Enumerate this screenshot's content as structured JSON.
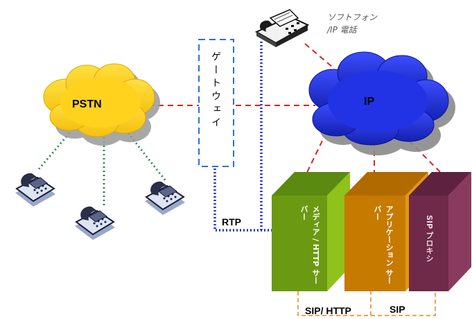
{
  "clouds": {
    "pstn": {
      "label": "PSTN",
      "fill": "#FFD21E"
    },
    "ip": {
      "label": "IP",
      "fill": "#1E2FE8"
    }
  },
  "gateway": {
    "label": "ゲートウェイ"
  },
  "softphone": {
    "line1": "ソフトフォン",
    "line2": "/IP 電話"
  },
  "servers": {
    "media": {
      "label": "メディア / HTTP サーバー",
      "front": "#6B9A12",
      "top": "#5A8A10",
      "side": "#8FC21A"
    },
    "app": {
      "label": "アプリケーション サーバー",
      "front": "#C67A00",
      "top": "#B06A00",
      "side": "#E6960E"
    },
    "sip": {
      "label": "SIP プロキシ",
      "front": "#6E2A48",
      "top": "#5E2240",
      "side": "#8A3A5E"
    }
  },
  "links": {
    "rtp": "RTP",
    "sip_http": "SIP/ HTTP",
    "sip": "SIP"
  },
  "colors": {
    "red_dash": "#E02020",
    "green_dots": "#2E8B57",
    "blue_dots": "#1E2FD8",
    "orange_dash": "#F08020"
  }
}
